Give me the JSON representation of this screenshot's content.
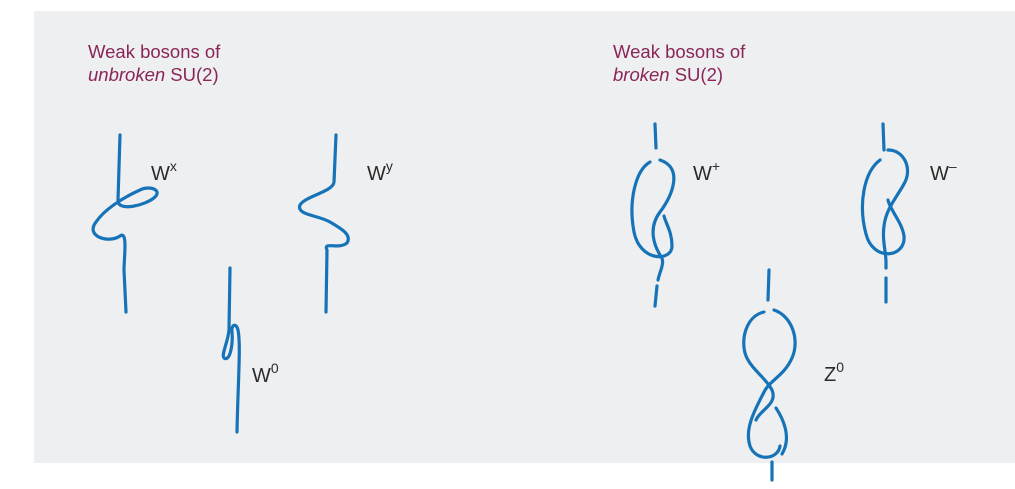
{
  "colors": {
    "panel": "#eeeff1",
    "heading": "#8a2558",
    "strand": "#1673b8",
    "label": "#2b2b2b"
  },
  "left_group": {
    "heading_line1": "Weak bosons of",
    "heading_italic": "unbroken",
    "heading_rest": " SU(2)"
  },
  "right_group": {
    "heading_line1": "Weak bosons of",
    "heading_italic": "broken",
    "heading_rest": " SU(2)"
  },
  "bosons": {
    "wx": {
      "base": "W",
      "sup": "x"
    },
    "wy": {
      "base": "W",
      "sup": "y"
    },
    "w0": {
      "base": "W",
      "sup": "0"
    },
    "wplus": {
      "base": "W",
      "sup": "+"
    },
    "wminus": {
      "base": "W",
      "sup": "–"
    },
    "z0": {
      "base": "Z",
      "sup": "0"
    }
  }
}
